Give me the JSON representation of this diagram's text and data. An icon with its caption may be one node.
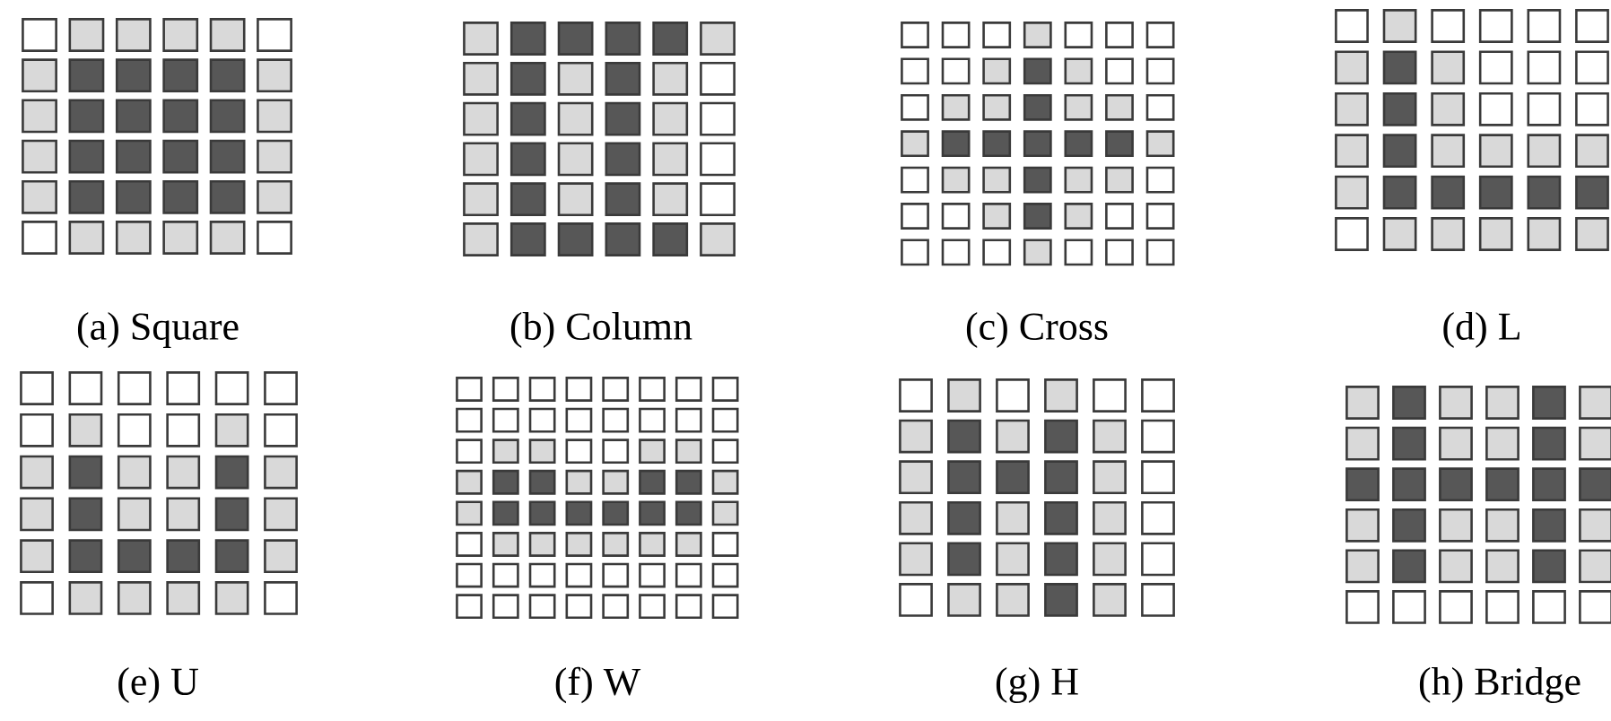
{
  "diagram": {
    "labels": [
      "(a) Square",
      "(b) Column",
      "(c) Cross",
      "(d) L",
      "(e) U",
      "(f) W",
      "(g) H",
      "(h) Bridge"
    ]
  }
}
